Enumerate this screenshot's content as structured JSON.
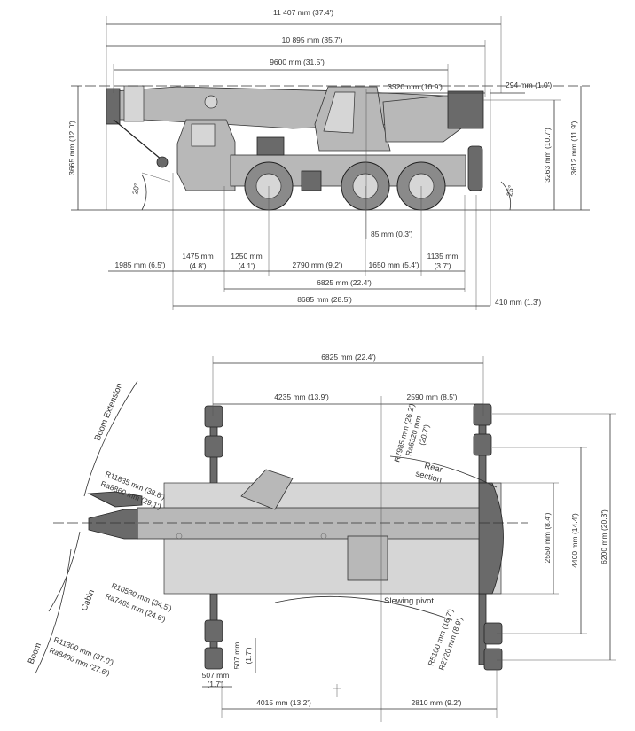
{
  "side_view": {
    "overall_length": "11 407 mm (37.4')",
    "length_to_rear": "10 895 mm (35.7')",
    "boom_length": "9600 mm (31.5')",
    "cab_to_rear": "3320 mm (10.9')",
    "rear_overhang": "294 mm (1.0')",
    "height_total": "3665 mm (12.0')",
    "height_cab": "3263 mm (10.7')",
    "height_rear": "3612 mm (11.9')",
    "approach_angle": "20°",
    "departure_angle": "25°",
    "front_overhang": "1985 mm (6.5')",
    "front_to_cab_1": "1475 mm",
    "front_to_cab_2": "(4.8')",
    "cab_to_axle_1": "1250 mm",
    "cab_to_axle_2": "(4.1')",
    "axle_1_2": "2790 mm (9.2')",
    "axle_2_3": "1650 mm (5.4')",
    "axle_to_outrigger_1": "1135 mm",
    "axle_to_outrigger_2": "(3.7')",
    "slew_offset": "85 mm (0.3')",
    "outrigger_span": "6825 mm (22.4')",
    "vehicle_length": "8685 mm (28.5')",
    "rear_bumper": "410 mm (1.3')"
  },
  "top_view": {
    "outrigger_span": "6825 mm (22.4')",
    "front_to_pivot": "4235 mm (13.9')",
    "pivot_to_rear": "2590 mm (8.5')",
    "width_body": "2550 mm (8.4')",
    "width_outriggers_mid": "4400 mm (14.4')",
    "width_outriggers_full": "6200 mm (20.3')",
    "front_outrigger_to_pivot": "4015 mm (13.2')",
    "pivot_to_rear_outrigger": "2810 mm (9.2')",
    "pad_size_1": "507 mm",
    "pad_size_2": "(1.7')",
    "pad_size_v1": "507 mm",
    "pad_size_v2": "(1.7')",
    "boom_extension_label": "Boom Extension",
    "boom_ext_r": "R11835 mm (38.8')",
    "boom_ext_ra": "Ra8860 mm (29.1')",
    "cabin_label": "Cabin",
    "cabin_r": "R10530 mm (34.5')",
    "cabin_ra": "Ra7485 mm (24.6')",
    "boom_label": "Boom",
    "boom_r": "R11300 mm (37.0')",
    "boom_ra": "Ra8400 mm (27.6')",
    "rear_r1": "R7985 mm (26.2')",
    "rear_ra1": "Ra6320 mm",
    "rear_ra2": "(20.7')",
    "rear_section_1": "Rear",
    "rear_section_2": "section",
    "slewing_pivot": "Slewing pivot",
    "slew_r": "R5100 mm (16.7')",
    "slew_ra": "R2720 mm (8.9')"
  }
}
